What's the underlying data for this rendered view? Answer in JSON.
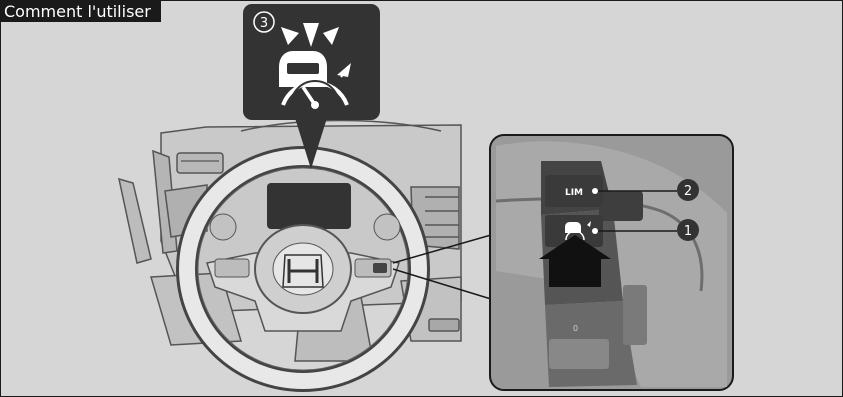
{
  "header": {
    "label": "Comment l'utiliser"
  },
  "callout_display": {
    "step_number": "3",
    "icon": "adaptive-cruise-control-icon"
  },
  "inset": {
    "buttons": [
      {
        "label": "LIM",
        "step_number": "2"
      },
      {
        "icon": "cruise-control-icon",
        "step_number": "1"
      }
    ]
  },
  "colors": {
    "frame_bg": "#d6d6d6",
    "tab_bg": "#1a1a1a",
    "callout_bg": "#333333",
    "inset_bg": "#9a9a9a",
    "line": "#1a1a1a"
  }
}
